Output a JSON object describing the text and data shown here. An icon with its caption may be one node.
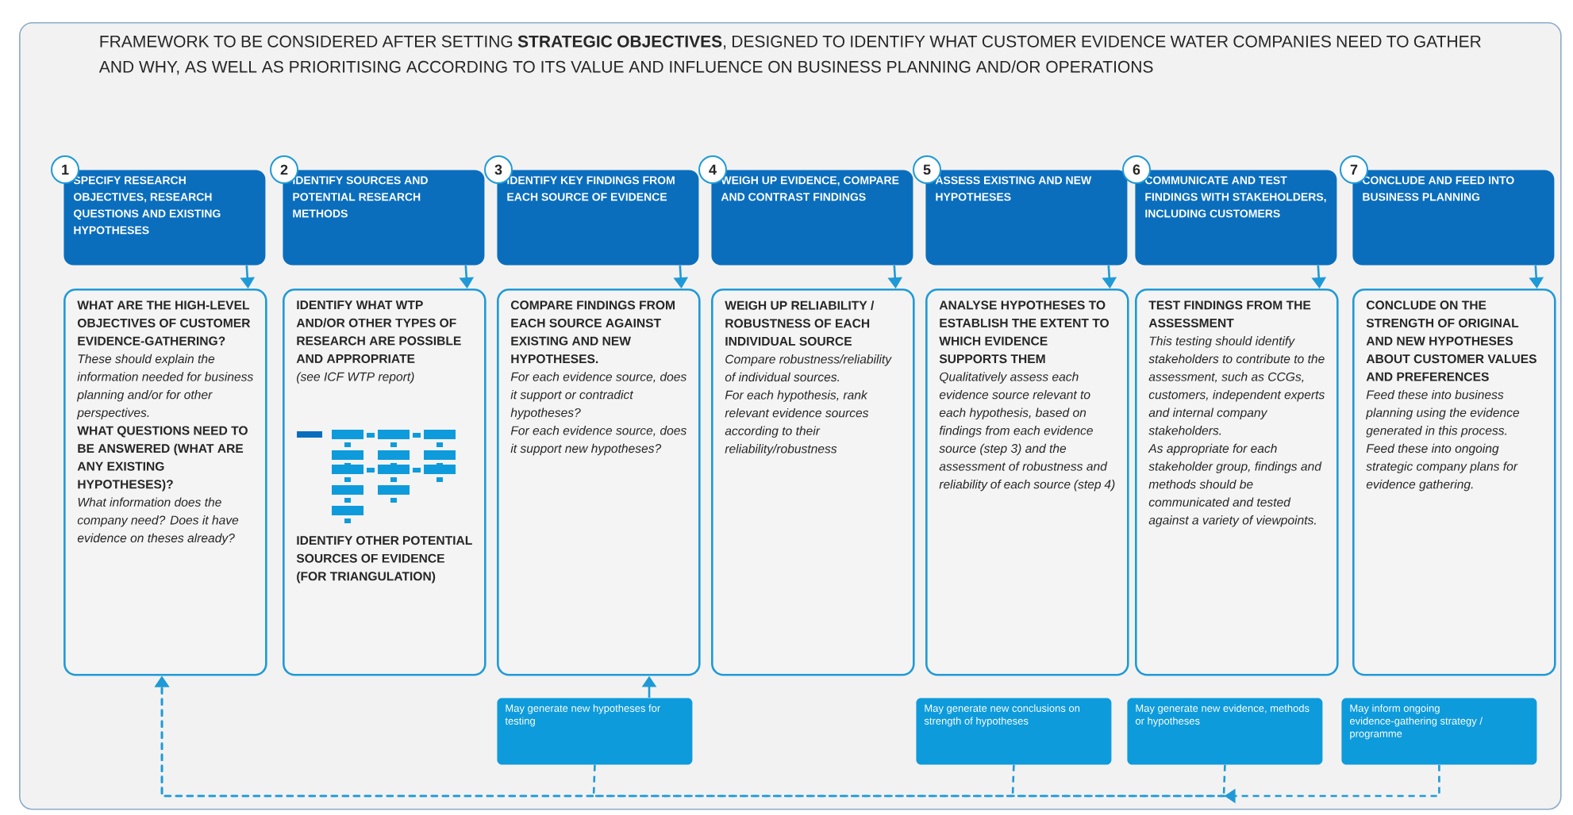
{
  "diagram": {
    "nodes": [
      {
        "text": [
          "FRAMEWORK TO BE CONSIDERED AFTER SETTING **STRATEGIC OBJECTIVES**, DESIGNED TO IDENTIFY WHAT CUSTOMER EVIDENCE WATER COMPANIES NEED TO GATHER AND WHY, AS WELL AS PRIORITISING ACCORDING TO ITS VALUE AND INFLUENCE ON BUSINESS PLANNING AND/OR OPERATIONS"
        ]
      },
      {
        "text": [
          "1"
        ],
        "in": 0
      },
      {
        "text": [
          "SPECIFY RESEARCH OBJECTIVES, RESEARCH QUESTIONS AND EXISTING HYPOTHESES"
        ],
        "in": 0
      },
      {
        "text": [
          "WHAT ARE THE HIGH-LEVEL OBJECTIVES OF CUSTOMER EVIDENCE-GATHERING?",
          "These should explain the information needed for business planning and/or for other perspectives.",
          "WHAT QUESTIONS NEED TO BE ANSWERED (WHAT ARE ANY EXISTING HYPOTHESES)?",
          "What information does the company need? Does it have evidence on theses already?"
        ],
        "in": 0
      },
      {
        "text": [
          "2"
        ],
        "in": 0
      },
      {
        "text": [
          "IDENTIFY SOURCES AND POTENTIAL RESEARCH METHODS"
        ],
        "in": 0
      },
      {
        "text": [
          "IDENTIFY WHAT WTP AND/OR OTHER TYPES OF RESEARCH ARE POSSIBLE AND APPROPRIATE",
          "(see ICF WTP report)",
          "IDENTIFY OTHER POTENTIAL SOURCES OF EVIDENCE (FOR TRIANGULATION)"
        ],
        "in": 0
      },
      {
        "text": [
          "3"
        ],
        "in": 0
      },
      {
        "text": [
          "IDENTIFY KEY FINDINGS FROM EACH SOURCE OF EVIDENCE"
        ],
        "in": 0
      },
      {
        "text": [
          "COMPARE FINDINGS FROM EACH SOURCE AGAINST EXISTING AND NEW HYPOTHESES.",
          "For each evidence source, does it support or contradict hypotheses?",
          "For each evidence source, does it support new hypotheses?"
        ],
        "in": 0
      },
      {
        "text": [
          "4"
        ],
        "in": 0
      },
      {
        "text": [
          "WEIGH UP EVIDENCE, COMPARE AND CONTRAST FINDINGS"
        ],
        "in": 0
      },
      {
        "text": [
          "WEIGH UP RELIABILITY / ROBUSTNESS OF EACH INDIVIDUAL SOURCE",
          "Compare robustness/reliability of individual sources.",
          "For each hypothesis, rank relevant evidence sources according to their reliability/robustness"
        ],
        "in": 0
      },
      {
        "text": [
          "5"
        ],
        "in": 0
      },
      {
        "text": [
          "ASSESS EXISTING AND NEW HYPOTHESES"
        ],
        "in": 0
      },
      {
        "text": [
          "ANALYSE HYPOTHESES TO ESTABLISH THE EXTENT TO WHICH EVIDENCE SUPPORTS THEM",
          "Qualitatively assess each evidence source relevant to each hypothesis, based on findings from each evidence source (step 3) and the assessment of robustness and reliability of each source (step 4)"
        ],
        "in": 0
      },
      {
        "text": [
          "6"
        ],
        "in": 0
      },
      {
        "text": [
          "COMMUNICATE AND TEST FINDINGS WITH STAKEHOLDERS, INCLUDING CUSTOMERS"
        ],
        "in": 0
      },
      {
        "text": [
          "TEST FINDINGS FROM THE ASSESSMENT",
          "This testing should identify stakeholders to contribute to the assessment, such as CCGs, customers, independent experts and internal company stakeholders.",
          "As appropriate for each stakeholder group, findings and methods should be communicated and tested against a variety of viewpoints."
        ],
        "in": 0
      },
      {
        "text": [
          "7"
        ],
        "in": 0
      },
      {
        "text": [
          "CONCLUDE AND FEED INTO BUSINESS PLANNING"
        ],
        "in": 0
      },
      {
        "text": [
          "CONCLUDE ON THE STRENGTH OF ORIGINAL AND NEW HYPOTHESES ABOUT CUSTOMER VALUES AND PREFERENCES",
          "Feed these into business planning using the evidence generated in this process.",
          "Feed these into ongoing strategic company plans for evidence gathering."
        ],
        "in": 0
      },
      {
        "text": [
          "May generate new hypotheses for testing"
        ],
        "in": 0
      },
      {
        "text": [
          "May generate new conclusions on strength of hypotheses"
        ],
        "in": 0
      },
      {
        "text": [
          "May generate new evidence, methods or hypotheses"
        ],
        "in": 0
      },
      {
        "text": [
          "May inform ongoing evidence-gathering strategy / programme"
        ],
        "in": 0
      }
    ],
    "edges": [
      {
        "from": 2,
        "to": 3,
        "arrow": "to"
      },
      {
        "from": 5,
        "to": 6,
        "arrow": "to"
      },
      {
        "from": 8,
        "to": 9,
        "arrow": "to"
      },
      {
        "from": 11,
        "to": 12,
        "arrow": "to"
      },
      {
        "from": 14,
        "to": 15,
        "arrow": "to"
      },
      {
        "from": 17,
        "to": 18,
        "arrow": "to"
      },
      {
        "from": 20,
        "to": 21,
        "arrow": "to"
      },
      {
        "from": 23,
        "to": 3,
        "arrow": "to",
        "style": "dashed"
      },
      {
        "from": 24,
        "to": 3,
        "arrow": "to",
        "style": "dashed"
      },
      {
        "from": 25,
        "to": 3,
        "arrow": "to",
        "style": "dashed"
      },
      {
        "from": 22,
        "to": 3,
        "arrow": "to",
        "style": "dashed"
      },
      {
        "from": 22,
        "to": 9,
        "arrow": "to"
      }
    ]
  }
}
